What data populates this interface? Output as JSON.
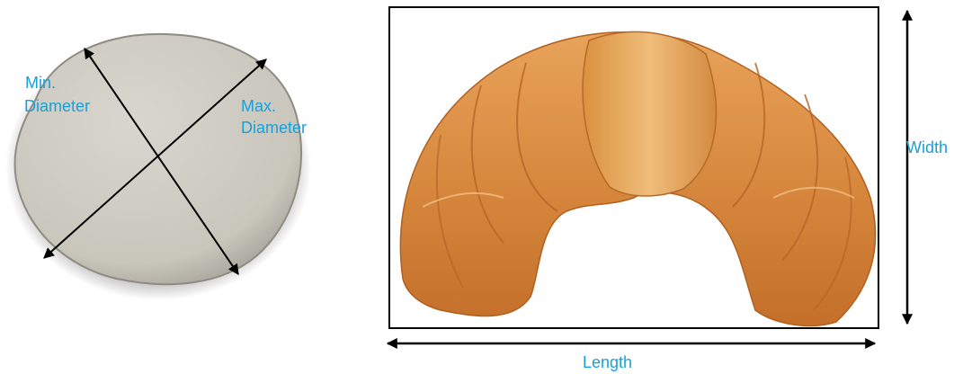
{
  "colors": {
    "label": "#1aa0d8",
    "line": "#000000",
    "frame": "#000000"
  },
  "left_panel": {
    "min_label_line1": "Min.",
    "min_label_line2": "Diameter",
    "max_label_line1": "Max.",
    "max_label_line2": "Diameter"
  },
  "right_panel": {
    "width_label": "Width",
    "length_label": "Length"
  }
}
